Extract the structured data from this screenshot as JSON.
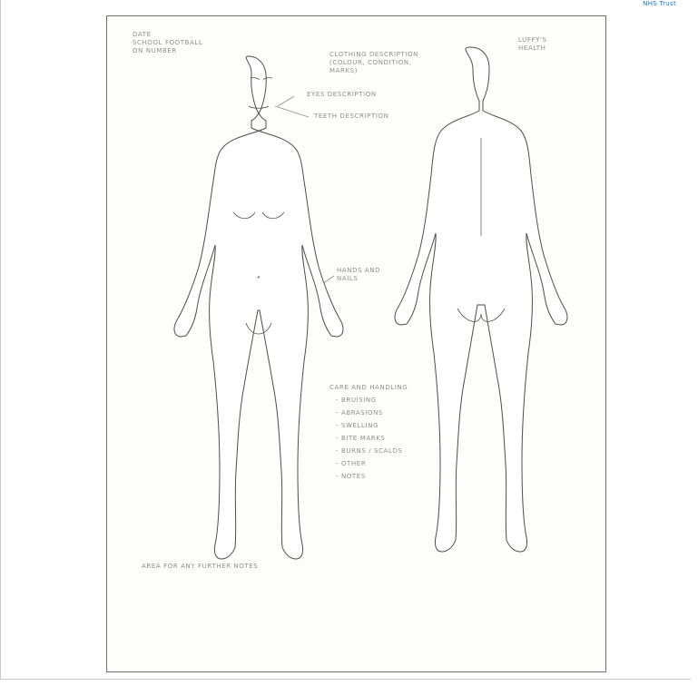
{
  "header": {
    "corner_text": "NHS Trust"
  },
  "form": {
    "top_left_note": "DATE\nSCHOOL FOOTBALL\nON NUMBER",
    "top_right_note": "LUFFY'S\nHEALTH",
    "clothing_note": "CLOTHING DESCRIPTION\n(COLOUR, CONDITION,\nMARKS)",
    "eye_note": "EYES DESCRIPTION",
    "teeth_note": "TEETH DESCRIPTION",
    "hand_note": "HANDS AND\nNAILS",
    "checklist_title": "CARE AND HANDLING",
    "checklist_items": [
      "- BRUISING",
      "- ABRASIONS",
      "- SWELLING",
      "- BITE MARKS",
      "- BURNS / SCALDS",
      "- OTHER",
      "- NOTES"
    ],
    "footer_note": "AREA FOR ANY FURTHER NOTES"
  },
  "figures": {
    "front": {
      "name": "front-body-outline",
      "icon": "body-front-icon"
    },
    "back": {
      "name": "back-body-outline",
      "icon": "body-back-icon"
    }
  },
  "colors": {
    "ink": "#8d8f8f",
    "outline": "#4d4f4b",
    "shadow": "#d6d6c6",
    "accent": "#2a6fb3"
  }
}
